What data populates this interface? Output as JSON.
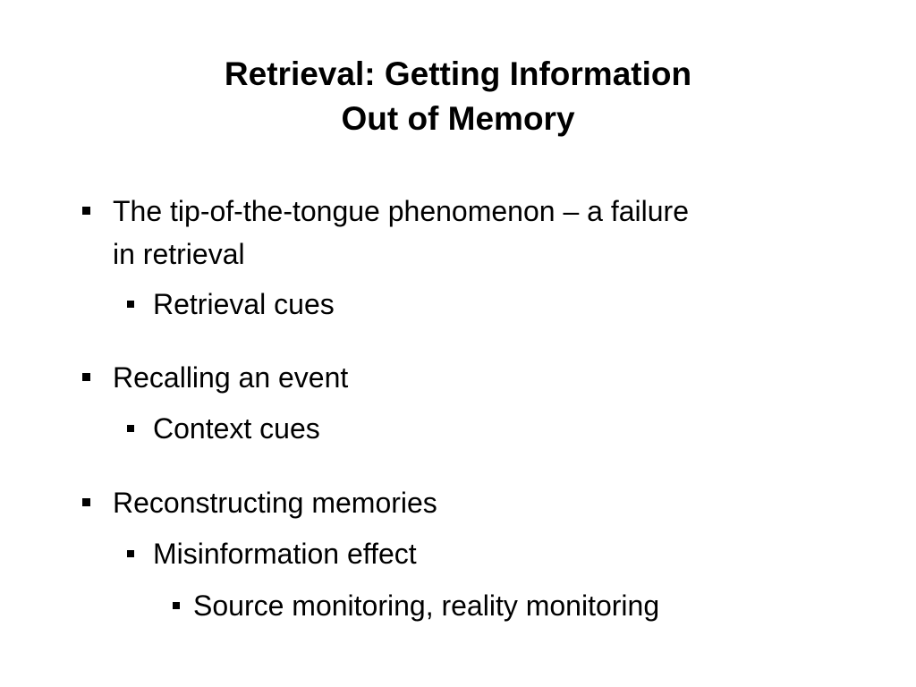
{
  "slide": {
    "title_line1": "Retrieval: Getting Information",
    "title_line2": "Out of Memory",
    "bullets": [
      {
        "level": 1,
        "line1": "The tip-of-the-tongue phenomenon – a failure",
        "line2": "in retrieval"
      },
      {
        "level": 2,
        "text": "Retrieval cues"
      },
      {
        "level": 1,
        "text": "Recalling an event"
      },
      {
        "level": 2,
        "text": "Context cues"
      },
      {
        "level": 1,
        "text": "Reconstructing memories"
      },
      {
        "level": 2,
        "text": "Misinformation effect"
      },
      {
        "level": 3,
        "text": "Source monitoring, reality monitoring"
      }
    ]
  }
}
